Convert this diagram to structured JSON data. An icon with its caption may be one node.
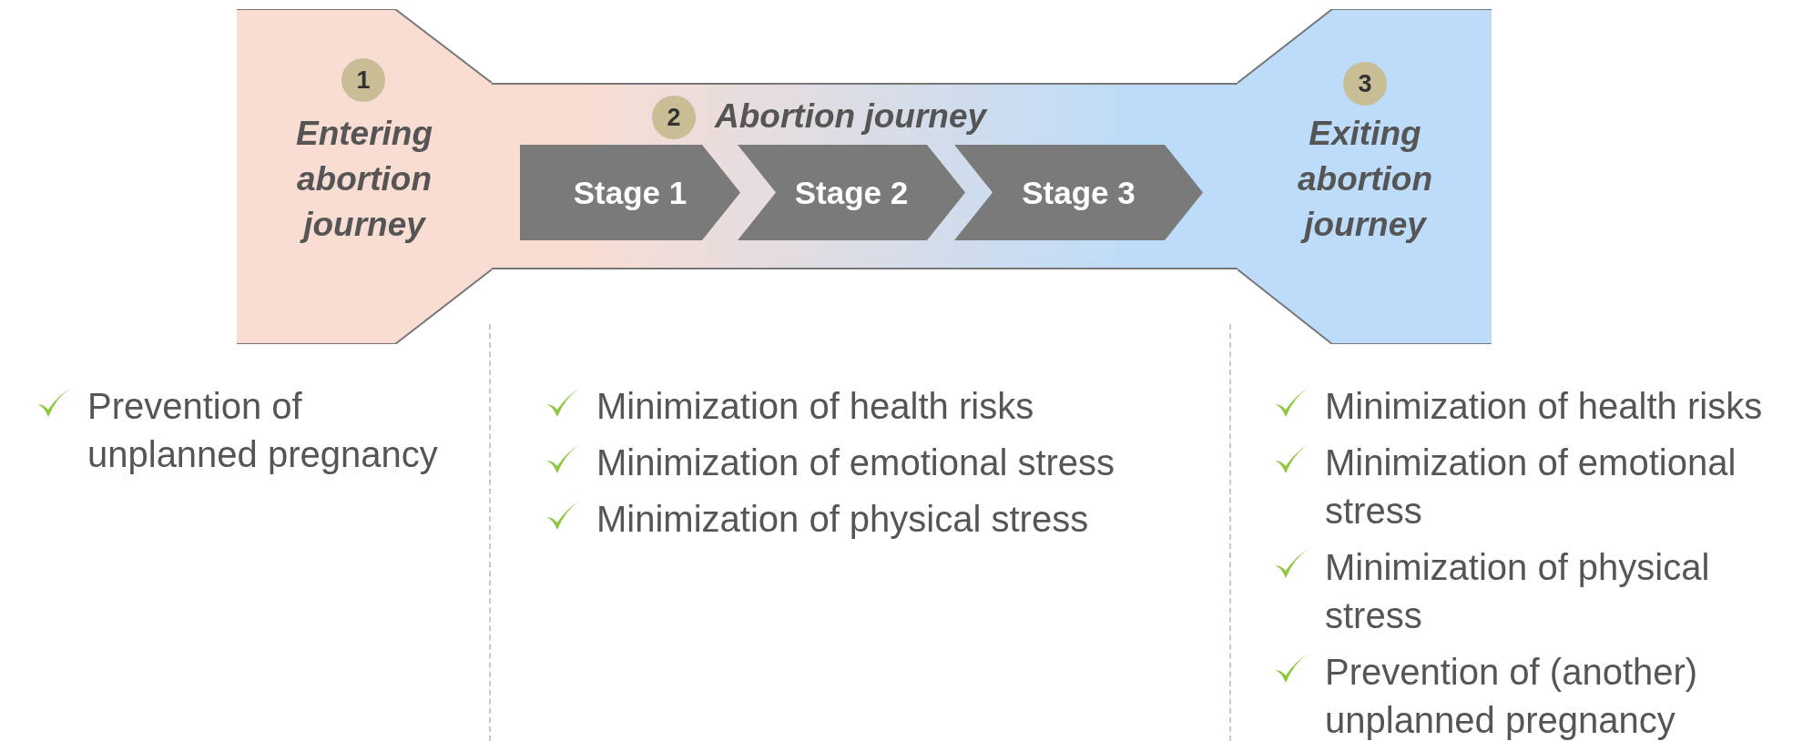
{
  "diagram": {
    "nodes": [
      {
        "text": [
          "Entering abortion journey"
        ]
      },
      {
        "text": [
          "1"
        ],
        "in": 0
      },
      {
        "text": [
          "Abortion journey"
        ]
      },
      {
        "text": [
          "2"
        ],
        "in": 2
      },
      {
        "text": [
          "Stage 1"
        ],
        "in": 2
      },
      {
        "text": [
          "Stage 2"
        ],
        "in": 2
      },
      {
        "text": [
          "Stage 3"
        ],
        "in": 2
      },
      {
        "text": [
          "Exiting abortion journey"
        ]
      },
      {
        "text": [
          "3"
        ],
        "in": 7
      }
    ],
    "edges": [],
    "labels": [
      "Prevention of unplanned pregnancy",
      "Minimization of health risks",
      "Minimization of emotional stress",
      "Minimization of physical stress",
      "Minimization of health risks",
      "Minimization of emotional stress",
      "Minimization of physical stress",
      "Prevention of (another) unplanned pregnancy"
    ]
  }
}
